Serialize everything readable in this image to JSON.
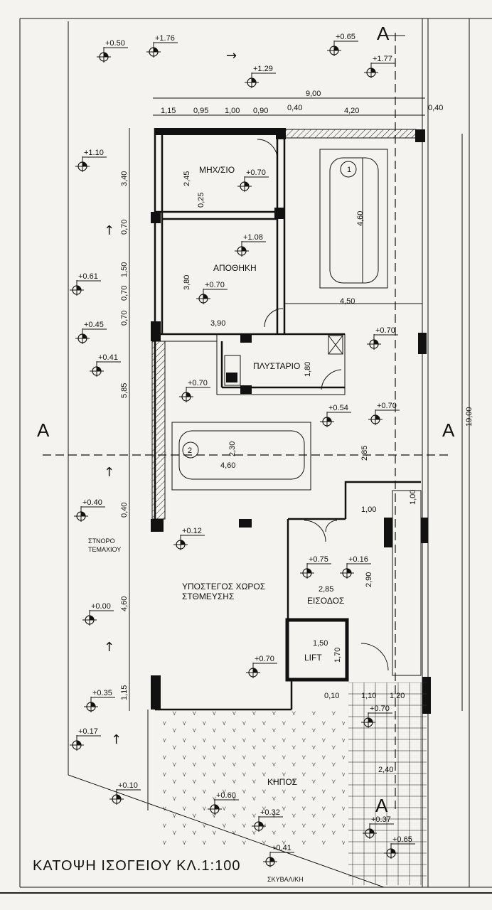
{
  "drawing": {
    "title": "ΚΑΤΟΨΗ ΙΣΟΓΕΙΟΥ ΚΛ.1:100",
    "section_mark": "A",
    "rooms": {
      "mech": "ΜΗΧ/ΣΙΟ",
      "storage": "ΑΠΟΘΗΚΗ",
      "laundry": "ΠΛΥΣΤΑΡΙΟ",
      "parking_1": "ΥΠΟΣΤΕΓΟΣ ΧΩΡΟΣ",
      "parking_2": "ΣΤΘΜΕΥΣΗΣ",
      "entrance": "ΕΙΣΟΔΟΣ",
      "lift": "LIFT",
      "garden": "ΚΗΠΟΣ"
    },
    "notes": {
      "stnoro_1": "ΣΤΝΟΡΟ",
      "stnoro_2": "ΤΕΜΑΧΙΟΥ",
      "skybal": "ΣΚΥΒΑΛ/ΚΗ"
    },
    "car_labels": {
      "car1": "1",
      "car2": "2"
    },
    "dimensions": {
      "top_total": "9,00",
      "top_1": "1,15",
      "top_2": "0,95",
      "top_3": "1,00",
      "top_4": "0,90",
      "top_5": "0,40",
      "top_6": "4,20",
      "top_7": "0,40",
      "right_total": "19,00",
      "left_1": "3,40",
      "left_2": "0,70",
      "left_3": "1,50",
      "left_4": "0,70",
      "left_5": "0,70",
      "left_6": "5,85",
      "left_7": "0,40",
      "left_8": "4,60",
      "left_9": "1,15",
      "mech_h": "2,45",
      "mech_w": "0,25",
      "store_h": "3,80",
      "store_w": "3,90",
      "car1_len": "4,60",
      "garage_w": "4,50",
      "laundry_h": "1,80",
      "car2_w": "2,30",
      "car2_len": "4,60",
      "drive_w": "2,85",
      "stair_1": "1,00",
      "stair_2": "1,00",
      "entry_w": "2,85",
      "entry_h": "2,90",
      "lift_w": "1,50",
      "lift_h": "1,70",
      "bot_1": "0,10",
      "bot_2": "1,10",
      "bot_3": "1,20",
      "path_w": "2,40"
    },
    "elevations": {
      "e1": "+0.50",
      "e2": "+1.76",
      "e3": "+0.65",
      "e4": "+1.77",
      "e5": "+1.29",
      "e6": "+1.10",
      "e7": "+0.70",
      "e8": "+1.08",
      "e9": "+0.70",
      "e10": "+0.61",
      "e11": "+0.45",
      "e12": "+0.41",
      "e13": "+0.70",
      "e14": "+0.70",
      "e15": "+0.54",
      "e16": "+0.70",
      "e17": "+0.40",
      "e18": "+0.12",
      "e19": "+0.75",
      "e20": "+0.16",
      "e21": "+0.00",
      "e22": "+0.70",
      "e23": "+0.35",
      "e24": "+0.70",
      "e25": "+0.17",
      "e26": "+0.10",
      "e27": "+0.60",
      "e28": "+0.32",
      "e29": "+0.37",
      "e30": "+0.65",
      "e31": "+0.41"
    }
  }
}
